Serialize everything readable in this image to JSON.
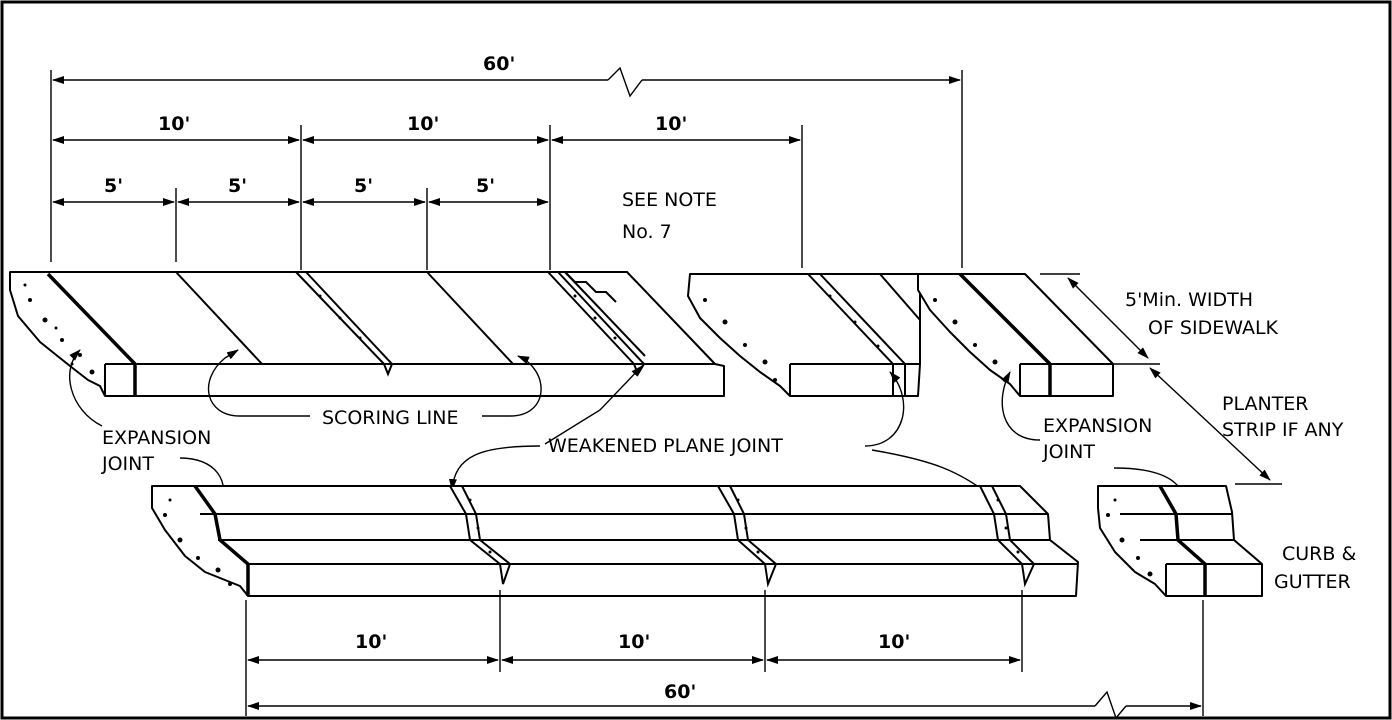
{
  "top_dimensions": {
    "overall": "60'",
    "panels": [
      "10'",
      "10'",
      "10'"
    ],
    "halves": [
      "5'",
      "5'",
      "5'",
      "5'"
    ]
  },
  "bottom_dimensions": {
    "overall": "60'",
    "panels": [
      "10'",
      "10'",
      "10'"
    ]
  },
  "notes": {
    "see_note_line1": "SEE NOTE",
    "see_note_line2": "No. 7"
  },
  "labels": {
    "sidewalk_width_line1": "5'Min. WIDTH",
    "sidewalk_width_line2": "OF SIDEWALK",
    "planter_line1": "PLANTER",
    "planter_line2": "STRIP IF ANY",
    "scoring_line": "SCORING LINE",
    "weakened_plane_joint": "WEAKENED PLANE JOINT",
    "expansion_joint_left_line1": "EXPANSION",
    "expansion_joint_left_line2": "JOINT",
    "expansion_joint_right_line1": "EXPANSION",
    "expansion_joint_right_line2": "JOINT",
    "curb_line1": "CURB &",
    "curb_line2": "GUTTER"
  }
}
